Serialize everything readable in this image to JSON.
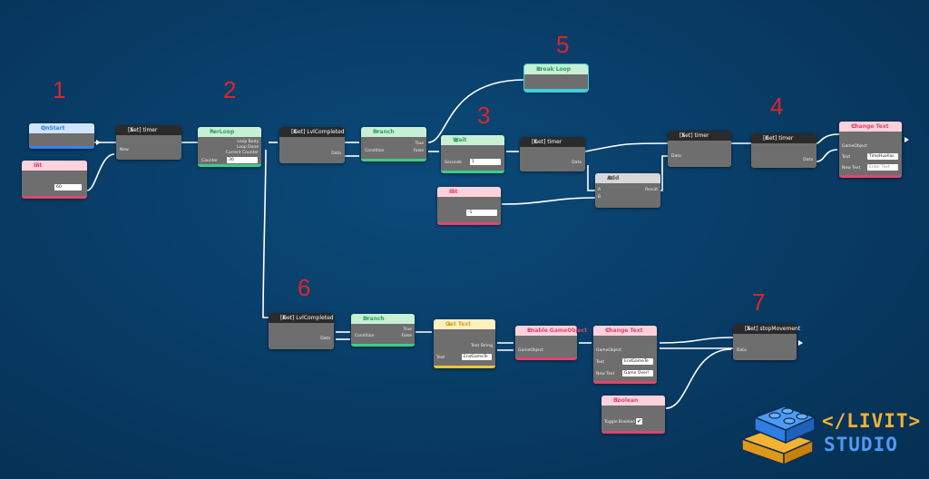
{
  "step_numbers": [
    "1",
    "2",
    "3",
    "4",
    "5",
    "6",
    "7"
  ],
  "nodes": {
    "onstart": {
      "title": "OnStart"
    },
    "int_a": {
      "title": "Int",
      "value": "60"
    },
    "set_timer_1": {
      "title": "[Set] timer",
      "in": "New"
    },
    "forloop": {
      "title": "ForLoop",
      "out1": "Loop Body",
      "out2": "Loop Done",
      "out3": "Current Counter",
      "counter_label": "Counter",
      "counter_value": "30"
    },
    "get_lvlcompleted_1": {
      "title": "[Get] LvlCompleted",
      "out": "Data"
    },
    "branch_1": {
      "title": "Branch",
      "cond": "Condition",
      "true": "True",
      "false": "False"
    },
    "break_loop": {
      "title": "Break Loop"
    },
    "wait": {
      "title": "Wait",
      "seconds_label": "Seconds",
      "seconds_value": "1"
    },
    "get_timer": {
      "title": "[Get] timer",
      "out": "Data"
    },
    "int_b": {
      "title": "Int",
      "value": "-1"
    },
    "add": {
      "title": "Add",
      "a": "A",
      "b": "B",
      "result": "Result"
    },
    "set_timer_2": {
      "title": "[Set] timer",
      "in": "Data"
    },
    "get_timer_2": {
      "title": "[Get] timer",
      "out": "Data"
    },
    "change_text_1": {
      "title": "Change Text",
      "go": "GameObject",
      "text_label": "Text",
      "text_value": "TimeHuellas",
      "newtext_label": "New Text",
      "newtext_placeholder": "Enter Text"
    },
    "get_lvlcompleted_2": {
      "title": "[Get] LvlCompleted",
      "out": "Data"
    },
    "branch_2": {
      "title": "Branch",
      "cond": "Condition",
      "true": "True",
      "false": "False"
    },
    "get_text": {
      "title": "Get Text",
      "out": "Text String",
      "text_label": "Text",
      "text_value": "EndGameTe"
    },
    "enable_go": {
      "title": "Enable GameObject",
      "go": "GameObject"
    },
    "change_text_2": {
      "title": "Change Text",
      "go": "GameObject",
      "text_label": "Text",
      "text_value": "EndGameTe",
      "newtext_label": "New Text",
      "newtext_value": "Game Over!"
    },
    "set_stop": {
      "title": "[Set] stopMovement",
      "in": "Data"
    },
    "boolean": {
      "title": "Boolean",
      "toggle_label": "Toggle Boolean",
      "checked": "✔"
    }
  },
  "logo": {
    "top": "</LIVIT>",
    "bottom": "STUDIO",
    "colors": {
      "blue": "#2f7fe0",
      "orange": "#f0a020",
      "navy": "#0a2f55"
    }
  },
  "colors": {
    "background": "#083b64",
    "wire": "#ffffff",
    "step_number": "#e0232b"
  }
}
